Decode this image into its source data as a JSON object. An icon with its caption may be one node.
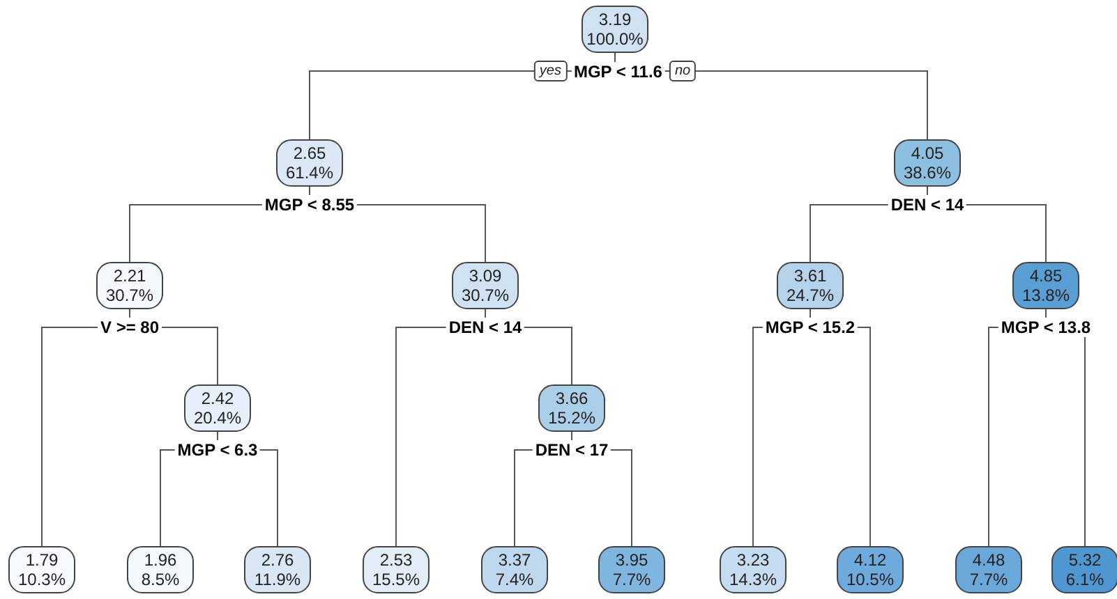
{
  "diagram": {
    "nodes": [
      {
        "text": [
          "3.19",
          "100.0%"
        ],
        "beside": [
          "MGP < 11.6"
        ]
      },
      {
        "text": [
          "2.65",
          "61.4%"
        ],
        "beside": [
          "MGP < 8.55"
        ]
      },
      {
        "text": [
          "4.05",
          "38.6%"
        ],
        "beside": [
          "DEN < 14"
        ]
      },
      {
        "text": [
          "2.21",
          "30.7%"
        ],
        "beside": [
          "V >= 80"
        ]
      },
      {
        "text": [
          "3.09",
          "30.7%"
        ],
        "beside": [
          "DEN < 14"
        ]
      },
      {
        "text": [
          "3.61",
          "24.7%"
        ],
        "beside": [
          "MGP < 15.2"
        ]
      },
      {
        "text": [
          "4.85",
          "13.8%"
        ],
        "beside": [
          "MGP < 13.8"
        ]
      },
      {
        "text": [
          "2.42",
          "20.4%"
        ],
        "beside": [
          "MGP < 6.3"
        ]
      },
      {
        "text": [
          "3.66",
          "15.2%"
        ],
        "beside": [
          "DEN < 17"
        ]
      },
      {
        "text": [
          "1.79",
          "10.3%"
        ]
      },
      {
        "text": [
          "1.96",
          "8.5%"
        ]
      },
      {
        "text": [
          "2.76",
          "11.9%"
        ]
      },
      {
        "text": [
          "2.53",
          "15.5%"
        ]
      },
      {
        "text": [
          "3.37",
          "7.4%"
        ]
      },
      {
        "text": [
          "3.95",
          "7.7%"
        ]
      },
      {
        "text": [
          "3.23",
          "14.3%"
        ]
      },
      {
        "text": [
          "4.12",
          "10.5%"
        ]
      },
      {
        "text": [
          "4.48",
          "7.7%"
        ]
      },
      {
        "text": [
          "5.32",
          "6.1%"
        ]
      }
    ],
    "edges": [
      {
        "from": 0,
        "to": 1,
        "arrow": "none",
        "label": "yes"
      },
      {
        "from": 0,
        "to": 2,
        "arrow": "none",
        "label": "no"
      },
      {
        "from": 1,
        "to": 3,
        "arrow": "none"
      },
      {
        "from": 1,
        "to": 4,
        "arrow": "none"
      },
      {
        "from": 2,
        "to": 5,
        "arrow": "none"
      },
      {
        "from": 2,
        "to": 6,
        "arrow": "none"
      },
      {
        "from": 3,
        "to": 9,
        "arrow": "none"
      },
      {
        "from": 3,
        "to": 7,
        "arrow": "none"
      },
      {
        "from": 4,
        "to": 12,
        "arrow": "none"
      },
      {
        "from": 4,
        "to": 8,
        "arrow": "none"
      },
      {
        "from": 5,
        "to": 15,
        "arrow": "none"
      },
      {
        "from": 5,
        "to": 16,
        "arrow": "none"
      },
      {
        "from": 6,
        "to": 17,
        "arrow": "none"
      },
      {
        "from": 6,
        "to": 18,
        "arrow": "none"
      },
      {
        "from": 7,
        "to": 10,
        "arrow": "none"
      },
      {
        "from": 7,
        "to": 11,
        "arrow": "none"
      },
      {
        "from": 8,
        "to": 13,
        "arrow": "none"
      },
      {
        "from": 8,
        "to": 14,
        "arrow": "none"
      }
    ]
  }
}
